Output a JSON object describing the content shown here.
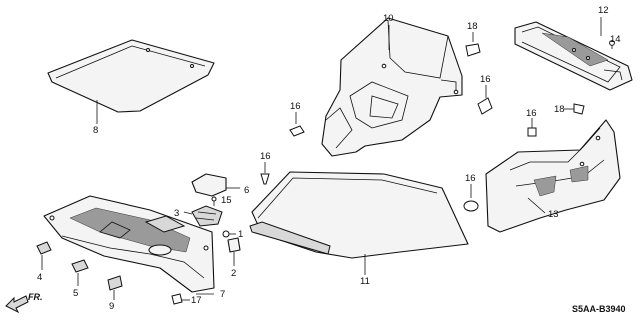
{
  "diagram": {
    "code": "S5AA-B3940",
    "direction_label": "FR.",
    "labels": {
      "1": "1",
      "2": "2",
      "3": "3",
      "4": "4",
      "5": "5",
      "6": "6",
      "7": "7",
      "8": "8",
      "9": "9",
      "10": "10",
      "11": "11",
      "12": "12",
      "13": "13",
      "14": "14",
      "15": "15",
      "16a": "16",
      "16b": "16",
      "16c": "16",
      "16d": "16",
      "16e": "16",
      "17": "17",
      "18a": "18",
      "18b": "18"
    }
  }
}
